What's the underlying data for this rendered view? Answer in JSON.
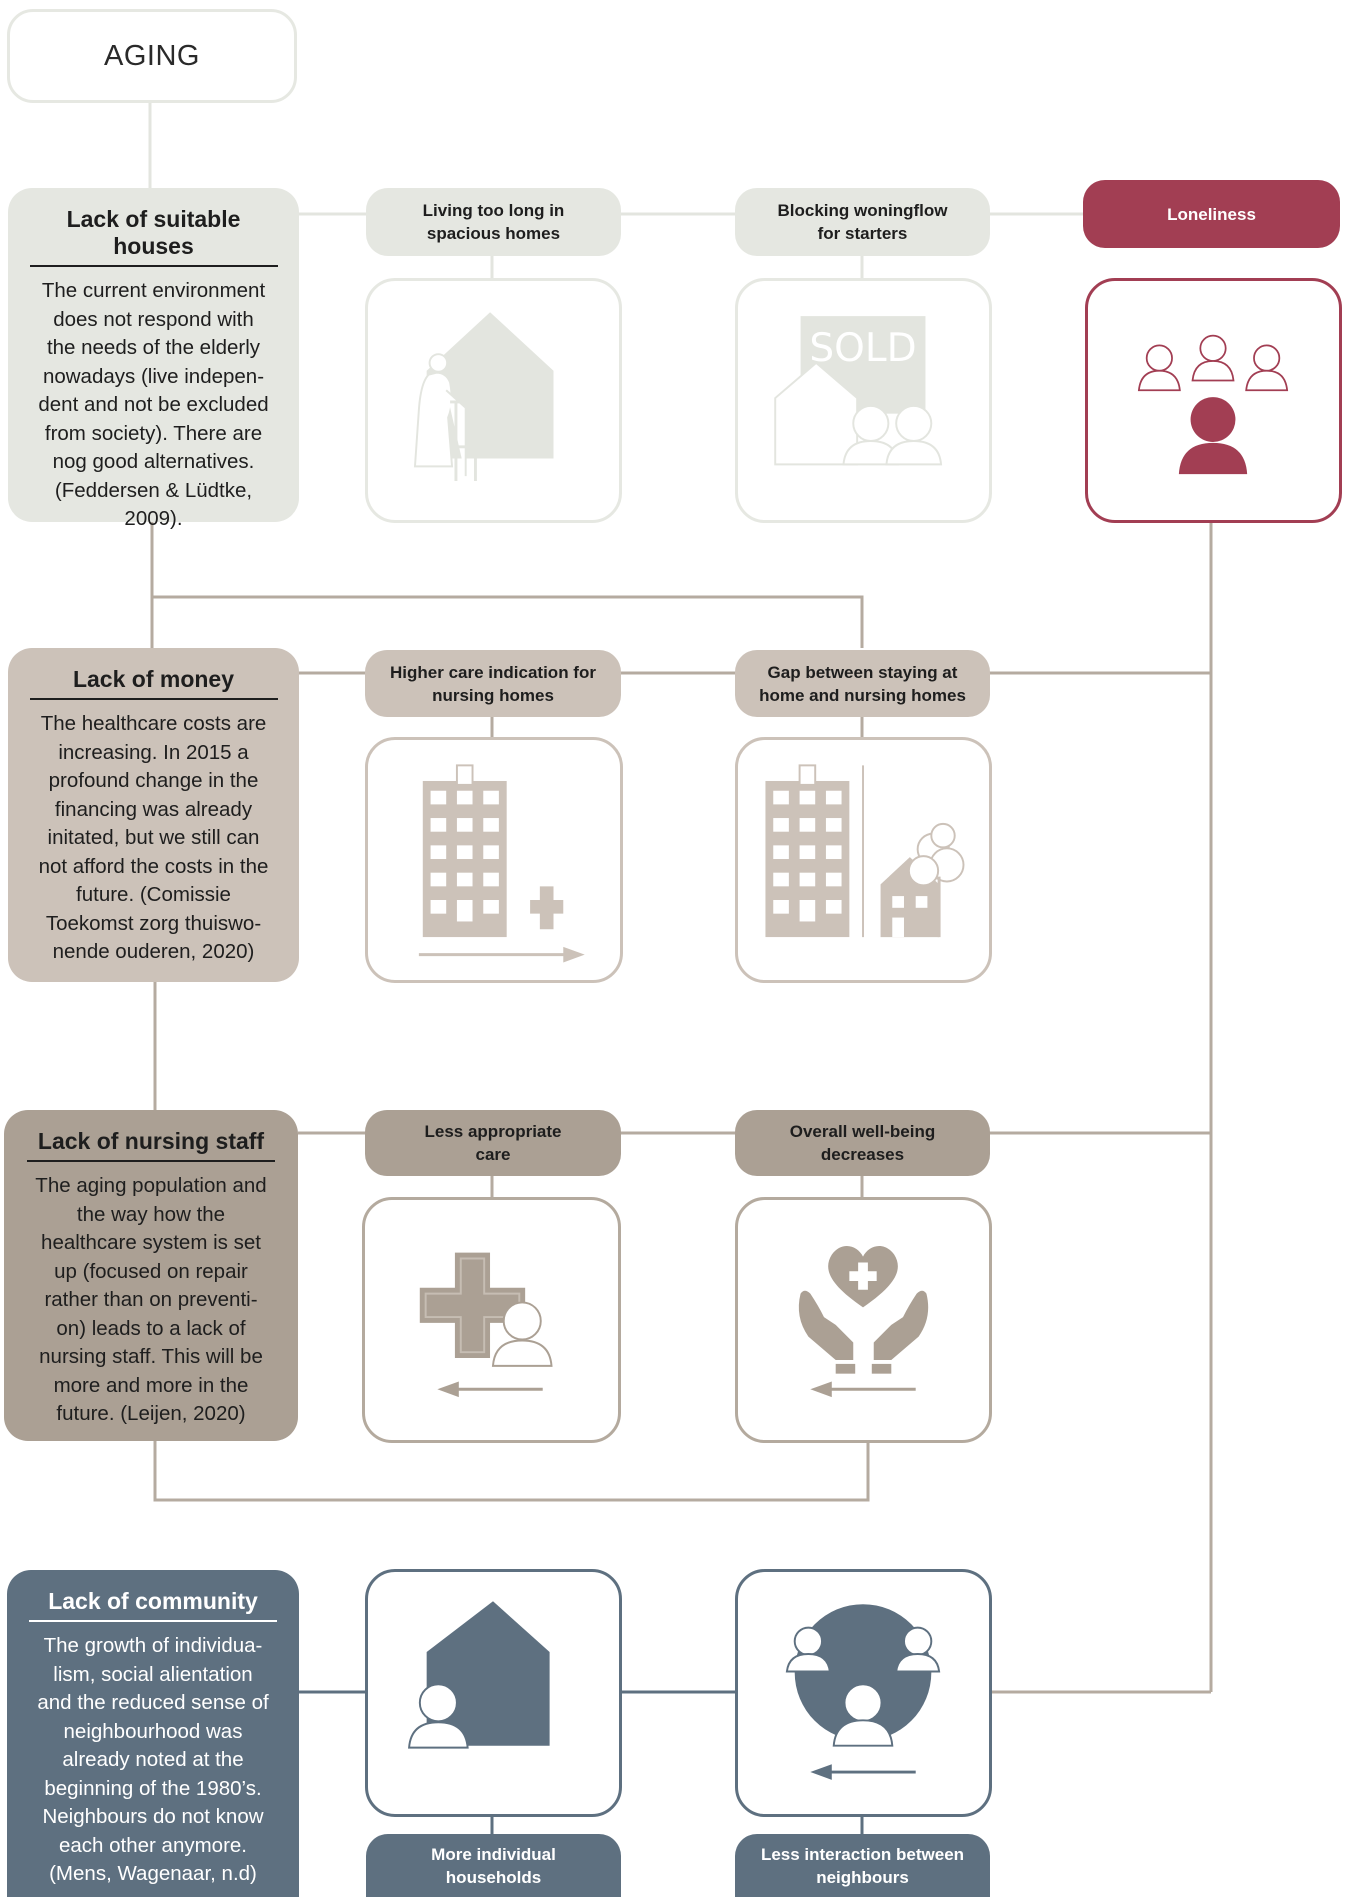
{
  "root": {
    "label": "AGING"
  },
  "causes": [
    {
      "title": "Lack of suitable houses",
      "lines": [
        "The current environment",
        "does not respond with",
        "the needs of the elderly",
        "nowadays (live indepen-",
        "dent and not be excluded",
        "from society). There are",
        "nog good alternatives.",
        "(Feddersen & Lüdtke,",
        "2009)."
      ]
    },
    {
      "title": "Lack of money",
      "lines": [
        "The healthcare costs are",
        "increasing. In 2015 a",
        "profound change in the",
        "financing was already",
        "initated, but we still can",
        "not afford the costs in the",
        "future. (Comissie",
        "Toekomst zorg thuiswo-",
        "nende ouderen, 2020)"
      ]
    },
    {
      "title": "Lack of nursing staff",
      "lines": [
        "The aging population and",
        "the way how the",
        "healthcare system is set",
        "up (focused on repair",
        "rather than on preventi-",
        "on) leads to a lack of",
        "nursing staff. This will be",
        "more and more in the",
        "future. (Leijen, 2020)"
      ]
    },
    {
      "title": "Lack of community",
      "lines": [
        "The growth of individua-",
        "lism, social alientation",
        "and the reduced sense of",
        "neighbourhood was",
        "already noted at the",
        "beginning of the 1980’s.",
        "Neighbours do not know",
        "each other anymore.",
        "(Mens, Wagenaar, n.d)"
      ]
    }
  ],
  "effects": {
    "living_too_long": [
      "Living too long in",
      "spacious homes"
    ],
    "blocking_flow": [
      "Blocking woningflow",
      "for starters"
    ],
    "loneliness": [
      "Loneliness"
    ],
    "higher_care": [
      "Higher care indication for",
      "nursing homes"
    ],
    "gap": [
      "Gap between staying at",
      "home and nursing homes"
    ],
    "less_care": [
      "Less appropriate",
      "care"
    ],
    "wellbeing": [
      "Overall well-being",
      "decreases"
    ],
    "individual": [
      "More individual",
      "households"
    ],
    "less_interaction": [
      "Less interaction between",
      "neighbours"
    ]
  },
  "sold_sign": "SOLD",
  "colors": {
    "grey": "#e5e7e1",
    "beige": "#ccc2b9",
    "taupe": "#aba094",
    "slate": "#5e7080",
    "loneliness_red": "#a23e53",
    "connector": "#b5aba0"
  },
  "icons": [
    "house-elderly-icon",
    "sold-sign-icon",
    "loneliness-people-icon",
    "hospital-plus-icon",
    "hospital-home-icon",
    "care-cross-person-icon",
    "heart-hands-icon",
    "house-person-icon",
    "neighbours-circle-icon"
  ]
}
